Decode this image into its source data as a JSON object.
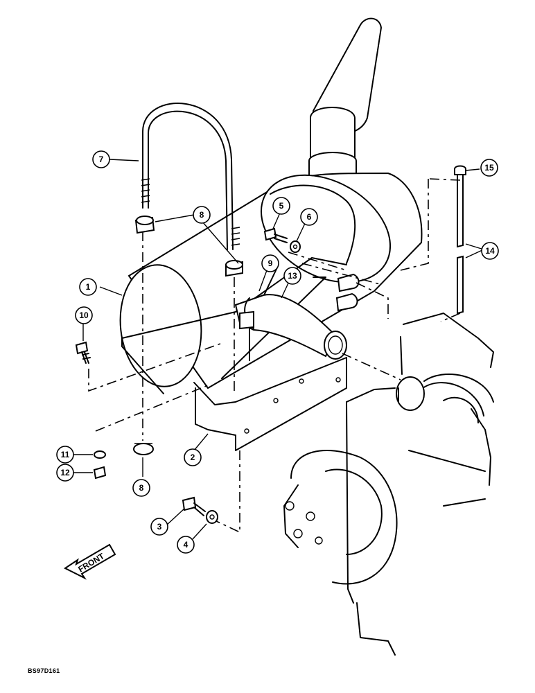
{
  "callouts": [
    {
      "id": "c1",
      "label": "1"
    },
    {
      "id": "c2",
      "label": "2"
    },
    {
      "id": "c3",
      "label": "3"
    },
    {
      "id": "c4",
      "label": "4"
    },
    {
      "id": "c5",
      "label": "5"
    },
    {
      "id": "c6",
      "label": "6"
    },
    {
      "id": "c7",
      "label": "7"
    },
    {
      "id": "c8a",
      "label": "8"
    },
    {
      "id": "c8b",
      "label": "8"
    },
    {
      "id": "c9",
      "label": "9"
    },
    {
      "id": "c10",
      "label": "10"
    },
    {
      "id": "c11",
      "label": "11"
    },
    {
      "id": "c12",
      "label": "12"
    },
    {
      "id": "c13",
      "label": "13"
    },
    {
      "id": "c14",
      "label": "14"
    },
    {
      "id": "c15",
      "label": "15"
    }
  ],
  "front_arrow_label": "FRONT",
  "drawing_code": "BS97D161"
}
